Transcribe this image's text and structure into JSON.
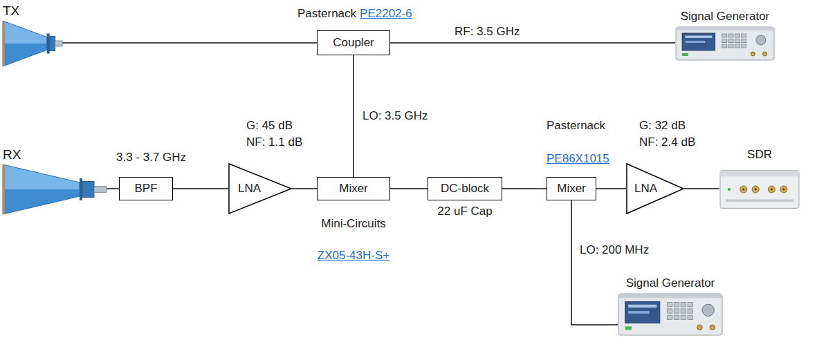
{
  "diagram": {
    "nodes": [
      {
        "text": [
          "TX"
        ]
      },
      {
        "text": [
          "Coupler"
        ]
      },
      {
        "text": [
          "Signal Generator"
        ]
      },
      {
        "text": [
          "RX"
        ]
      },
      {
        "text": [
          "BPF"
        ]
      },
      {
        "text": [
          "LNA"
        ]
      },
      {
        "text": [
          "Mixer"
        ]
      },
      {
        "text": [
          "DC-block"
        ]
      },
      {
        "text": [
          "Mixer"
        ]
      },
      {
        "text": [
          "LNA"
        ]
      },
      {
        "text": [
          "SDR"
        ]
      },
      {
        "text": [
          "Signal Generator"
        ]
      }
    ],
    "edges": [
      {
        "from": 0,
        "to": 1,
        "arrow": "none"
      },
      {
        "from": 1,
        "to": 2,
        "label": "RF: 3.5 GHz",
        "arrow": "none"
      },
      {
        "from": 1,
        "to": 6,
        "label": "LO: 3.5 GHz",
        "arrow": "none"
      },
      {
        "from": 3,
        "to": 4,
        "arrow": "none"
      },
      {
        "from": 4,
        "to": 5,
        "arrow": "none"
      },
      {
        "from": 5,
        "to": 6,
        "arrow": "none"
      },
      {
        "from": 6,
        "to": 7,
        "arrow": "none"
      },
      {
        "from": 7,
        "to": 8,
        "arrow": "none"
      },
      {
        "from": 8,
        "to": 9,
        "arrow": "none"
      },
      {
        "from": 9,
        "to": 10,
        "arrow": "none"
      },
      {
        "from": 8,
        "to": 11,
        "label": "LO: 200 MHz",
        "arrow": "none"
      }
    ],
    "labels": [
      "Pasternack",
      "PE2202-6",
      "3.3 - 3.7 GHz",
      "G: 45 dB",
      "NF: 1.1 dB",
      "Mini-Circuits",
      "ZX05-43H-S+",
      "22 uF Cap",
      "Pasternack",
      "PE86X1015",
      "G: 32 dB",
      "NF: 2.4 dB"
    ]
  }
}
